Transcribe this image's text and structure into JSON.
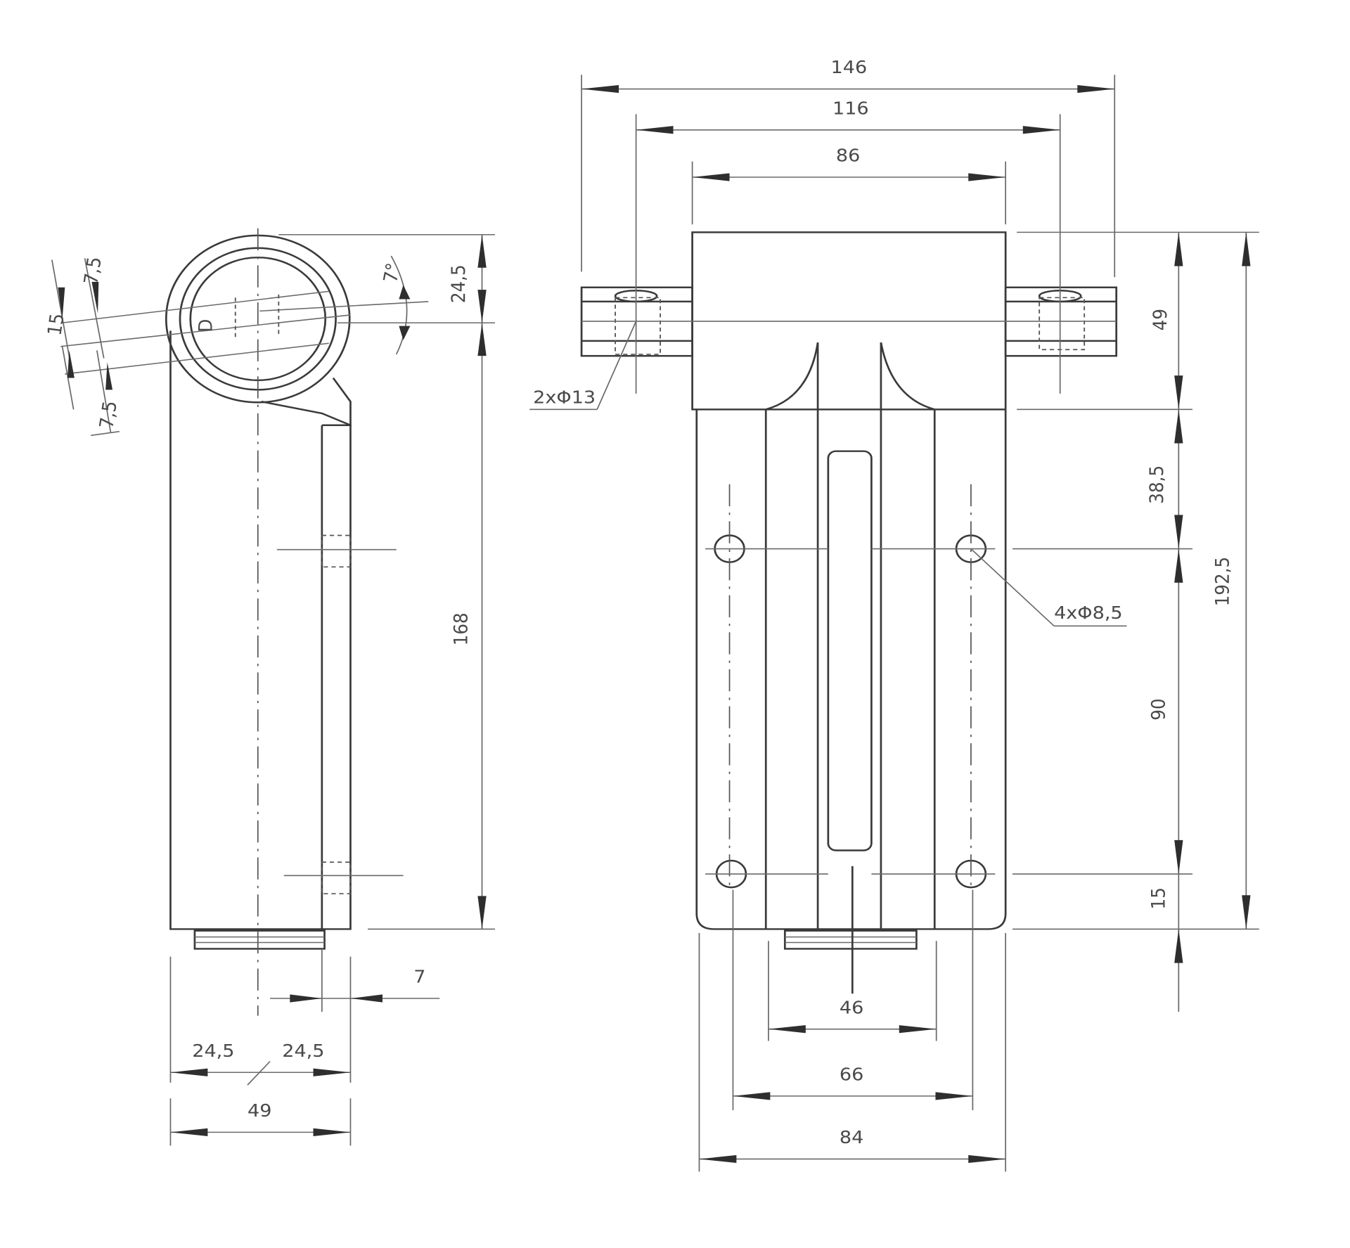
{
  "drawing": {
    "views": [
      "side-view",
      "front-view"
    ],
    "side_view": {
      "dimensions": {
        "offset_upper": "7,5",
        "offset_lower": "7,5",
        "bore_width": "15",
        "tilt_angle": "7°",
        "center_height": "24,5",
        "overall_height": "168",
        "rail_width": "7",
        "half_left": "24,5",
        "half_right": "24,5",
        "overall_width": "49"
      },
      "marker": "D"
    },
    "front_view": {
      "dimensions": {
        "pin_span": "146",
        "pin_center_span": "116",
        "head_width": "86",
        "head_height": "49",
        "to_upper_holes": "38,5",
        "hole_spacing_vertical": "90",
        "lower_hole_to_bottom": "15",
        "overall_height": "192,5",
        "inner_leg_span": "46",
        "hole_spacing_horizontal": "66",
        "overall_width": "84"
      },
      "callouts": {
        "pin_holes": "2xΦ13",
        "mount_holes": "4xΦ8,5"
      }
    }
  }
}
